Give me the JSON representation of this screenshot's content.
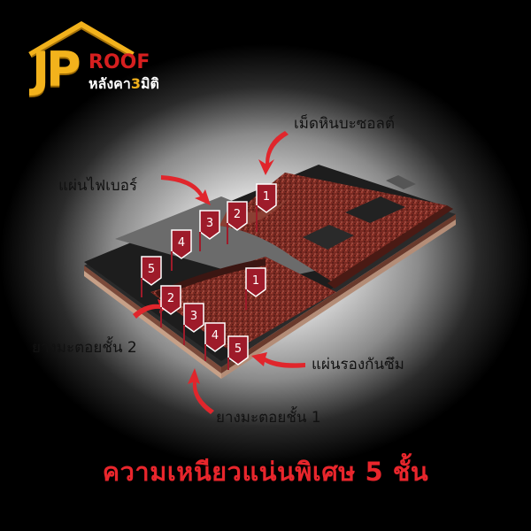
{
  "brand": {
    "logo_main": "JP",
    "logo_roof": "ROOF",
    "logo_sub_prefix": "หลังคา",
    "logo_sub_number": "3",
    "logo_sub_suffix": "มิติ"
  },
  "labels": {
    "granules": "เม็ดหินบะซอลต์",
    "fiber_sheet": "แผ่นไฟเบอร์",
    "asphalt_2": "ยางมะตอยชั้น 2",
    "underlay": "แผ่นรองกันซึม",
    "asphalt_1": "ยางมะตอยชั้น 1"
  },
  "markers_top": [
    "1",
    "2",
    "3",
    "4",
    "5"
  ],
  "markers_bottom": [
    "1",
    "2",
    "3",
    "4",
    "5"
  ],
  "headline": "ความเหนียวแน่นพิเศษ 5 ชั้น",
  "colors": {
    "brand_gold": "#f2b21c",
    "brand_red": "#d61f1f",
    "marker_red": "#9e1b2a",
    "headline_red": "#e8262c"
  }
}
